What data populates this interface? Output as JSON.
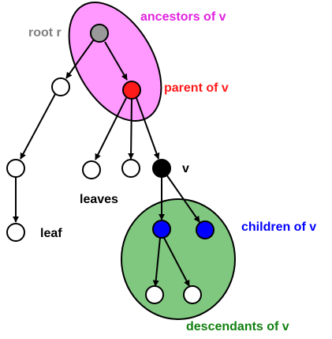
{
  "labels": {
    "ancestors": "ancestors of v",
    "root": "root r",
    "parent": "parent of v",
    "v": "v",
    "leaves": "leaves",
    "leaf": "leaf",
    "children": "children of v",
    "descendants": "descendants of v"
  },
  "colors": {
    "ancestors_region": "#ff99ff",
    "descendants_region": "#80c880",
    "root_node": "#999999",
    "parent_node": "#ff1a1a",
    "v_node": "#000000",
    "child_node": "#0000ff",
    "plain_node": "#ffffff",
    "ancestors_text": "#e020e0",
    "parent_text": "#ff1a1a",
    "children_text": "#0000ff",
    "descendants_text": "#108010",
    "root_text": "#808080",
    "plain_text": "#000000"
  }
}
